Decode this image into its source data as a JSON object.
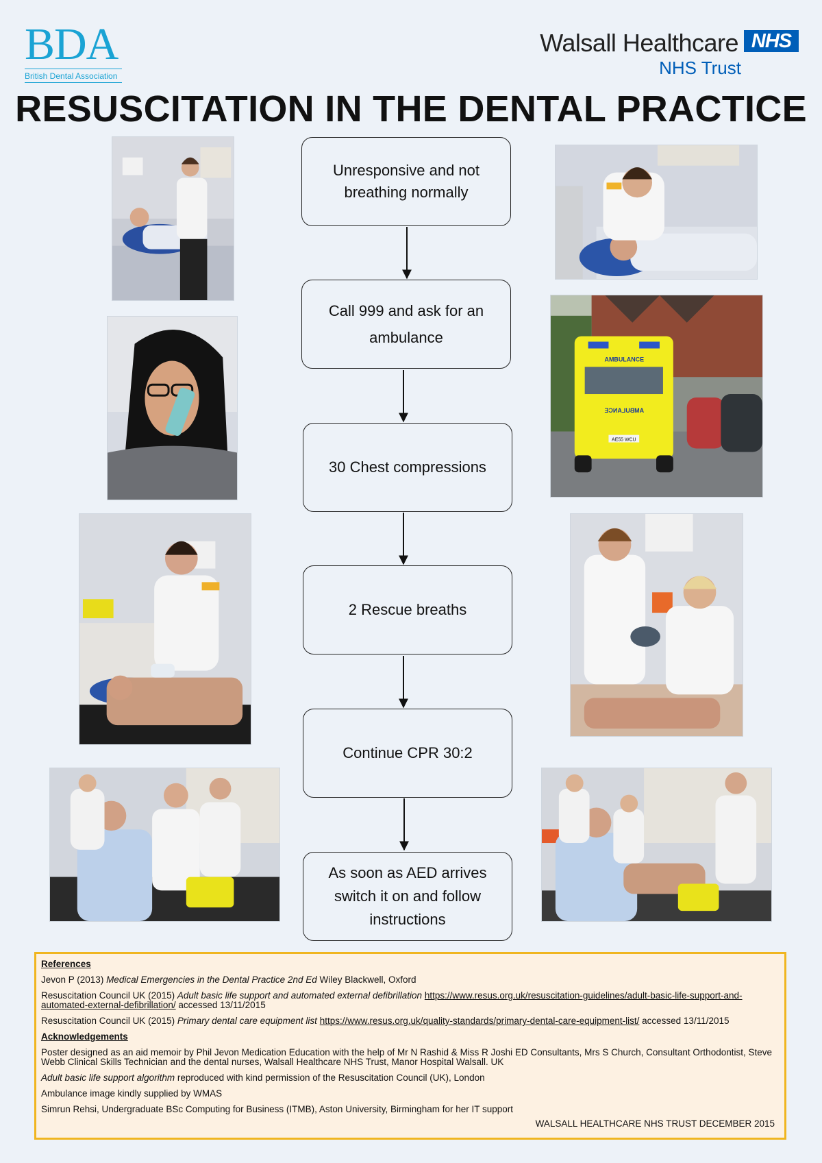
{
  "bda_logo": {
    "letters": "BDA",
    "subtitle": "British Dental Association"
  },
  "nhs_logo": {
    "name": "Walsall Healthcare",
    "badge": "NHS",
    "trust": "NHS Trust"
  },
  "title": "RESUSCITATION IN THE DENTAL PRACTICE",
  "steps": [
    "Unresponsive and not breathing normally",
    "Call 999 and ask for an ambulance",
    "30 Chest compressions",
    "2 Rescue breaths",
    "Continue CPR 30:2",
    "As soon as AED arrives switch it on and follow instructions"
  ],
  "photos": {
    "ambulance_text": "AMBULANCE",
    "ambulance_plate": "AE55 WCU"
  },
  "references": {
    "heading": "References",
    "ref1": {
      "pre": "Jevon P (2013) ",
      "italic": "Medical Emergencies in the Dental Practice 2nd Ed",
      "post": " Wiley Blackwell, Oxford"
    },
    "ref2": {
      "pre": "Resuscitation Council UK (2015) ",
      "italic": "Adult basic life support and automated external defibrillation",
      "link": "https://www.resus.org.uk/resuscitation-guidelines/adult-basic-life-support-and-automated-external-defibrillation/",
      "post": " accessed 13/11/2015"
    },
    "ref3": {
      "pre": "Resuscitation Council UK (2015) ",
      "italic": "Primary dental care equipment list",
      "link": "https://www.resus.org.uk/quality-standards/primary-dental-care-equipment-list/",
      "post": " accessed 13/11/2015"
    }
  },
  "acknowledgements": {
    "heading": "Acknowledgements",
    "line1": "Poster designed as an aid memoir by Phil Jevon Medication Education with the help of Mr N Rashid & Miss R Joshi ED Consultants, Mrs S Church, Consultant Orthodontist, Steve Webb Clinical Skills Technician and the dental nurses, Walsall Healthcare NHS Trust, Manor Hospital Walsall. UK",
    "line2_italic": "Adult basic life support algorithm",
    "line2_post": " reproduced with kind permission of the Resuscitation Council (UK), London",
    "line3": "Ambulance image kindly supplied by WMAS",
    "line4": "Simrun Rehsi, Undergraduate BSc Computing for Business (ITMB), Aston University, Birmingham  for her IT support"
  },
  "footer": "WALSALL HEALTHCARE NHS TRUST DECEMBER 2015"
}
